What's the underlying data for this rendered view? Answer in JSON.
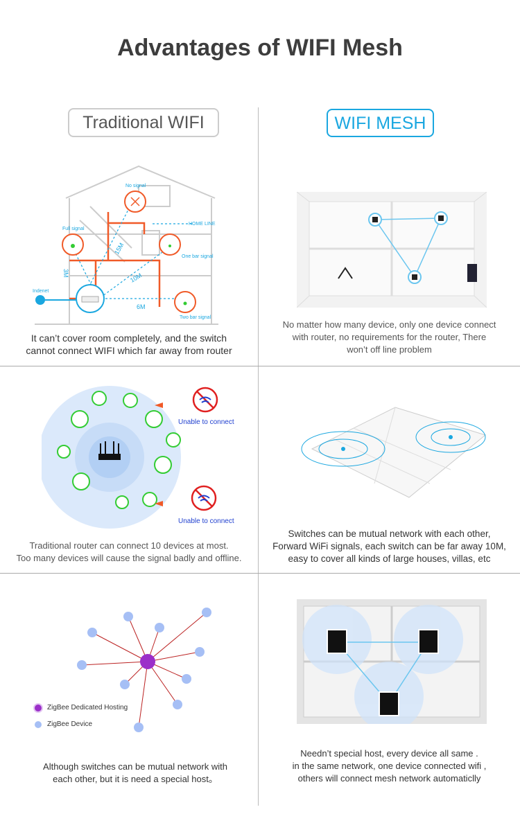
{
  "title": "Advantages of WIFI Mesh",
  "left_header": "Traditional WIFI",
  "right_header": "WIFI MESH",
  "panels": {
    "house": {
      "labels": {
        "no_signal": "No signal",
        "full_signal": "Full signal",
        "home_line": "HOME LINE",
        "one_bar": "One bar signal",
        "two_bar": "Two bar signal",
        "internet": "Indenet",
        "d15": "15M",
        "d3": "3M",
        "d10": "10M",
        "d6": "6M"
      },
      "caption": [
        "It can’t cover room completely, and the switch",
        "cannot connect WIFI which far away from router"
      ]
    },
    "mesh_house": {
      "caption": [
        "No matter how many device, only one device connect",
        "with router, no requirements for the router, There",
        "won’t off line problem"
      ]
    },
    "router_devices": {
      "unable_1": "Unable to connect",
      "unable_2": "Unable to connect",
      "caption": [
        "Traditional router can connect 10 devices at most.",
        "Too many devices will cause the signal badly and offline."
      ]
    },
    "floorplan": {
      "caption": [
        "Switches can be mutual network with each other,",
        "Forward WiFi signals, each switch can be far away 10M,",
        "easy to cover all kinds of large houses, villas, etc"
      ]
    },
    "zigbee": {
      "legend_host": "ZigBee Dedicated Hosting",
      "legend_device": "ZigBee Device",
      "caption": [
        "Although switches can be mutual network with",
        "each other, but it is need a special host。"
      ]
    },
    "mesh_switches": {
      "caption": [
        "Needn’t special host, every device all same .",
        "in the same network, one device connected wifi ,",
        "others will connect mesh network automaticlly"
      ]
    }
  },
  "colors": {
    "accent_blue": "#1aa7e0",
    "orange": "#f05a28",
    "purple": "#9b2fc9",
    "device_blue": "#9db8f0",
    "connect_blue": "#1f3fcf"
  }
}
